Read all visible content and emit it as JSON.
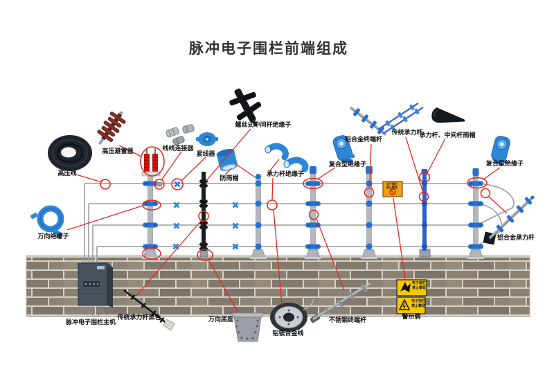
{
  "title": "脉冲电子围栏前端组成",
  "labels": {
    "high_voltage_wire": "高压线",
    "lightning_arrester": "高压避雷器",
    "wire_connector": "线线连接器",
    "wire_tightener": "紧线器",
    "screw_mid_pole_insulator": "螺丝式中间杆绝缘子",
    "rain_cap": "防雨帽",
    "load_pole_insulator": "承力杆绝缘子",
    "composite_insulator_mid": "复合型绝缘子",
    "alu_terminal_pole": "铝合金终端杆",
    "traditional_load_pole": "传统承力杆",
    "pole_rain_cap": "承力杆、中间杆雨帽",
    "composite_insulator_right": "复合型绝缘子",
    "alu_load_pole": "铝合金承力杆",
    "universal_insulator": "万向绝缘子",
    "host_unit": "脉冲电子围栏主机",
    "traditional_load_pole_black": "传统承力杆黑色",
    "universal_base": "万向底座",
    "almg_alloy_wire": "铝镁合金线",
    "stainless_terminal_pole": "不锈钢终端杆",
    "warning_sign": "警示牌"
  },
  "signs": {
    "fence_sign_line1": "电子围栏",
    "fence_sign_line2": "禁止攀登",
    "warn1_line1": "电子围栏",
    "warn1_line2": "禁止攀登",
    "warn2_line1": "电子围栏",
    "warn2_line2": "禁止攀登"
  },
  "colors": {
    "callout_red": "#e8281e",
    "insulator_blue": "#2e86d6",
    "pole_blue": "#2f62c8",
    "sign_yellow": "#f7c800",
    "fence_sign_orange": "#f0a010"
  }
}
